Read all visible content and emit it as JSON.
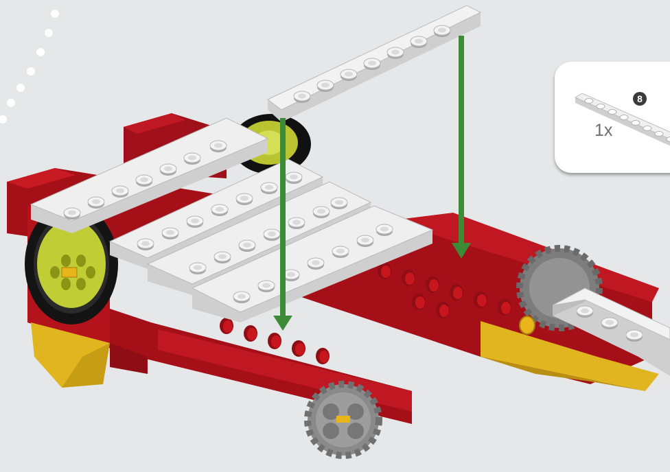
{
  "parts_callout": {
    "quantity": "1x",
    "length_badge": "8",
    "part": "plate-1x8-light-gray"
  },
  "assembly_step": {
    "action": "attach",
    "arrow_color": "#3d8b37",
    "arrow_count": 2
  },
  "colors": {
    "background": "#e6e7e8",
    "red_brick": "#b5121b",
    "yellow_brick": "#e0b51f",
    "plate_gray": "#d9d9d9",
    "wheel_hub": "#c7d33a",
    "gear_gray": "#8c8c8c"
  },
  "icons": [
    "progress-dots-icon",
    "plate-icon",
    "gear-icon",
    "wheel-icon",
    "arrow-down-icon"
  ]
}
